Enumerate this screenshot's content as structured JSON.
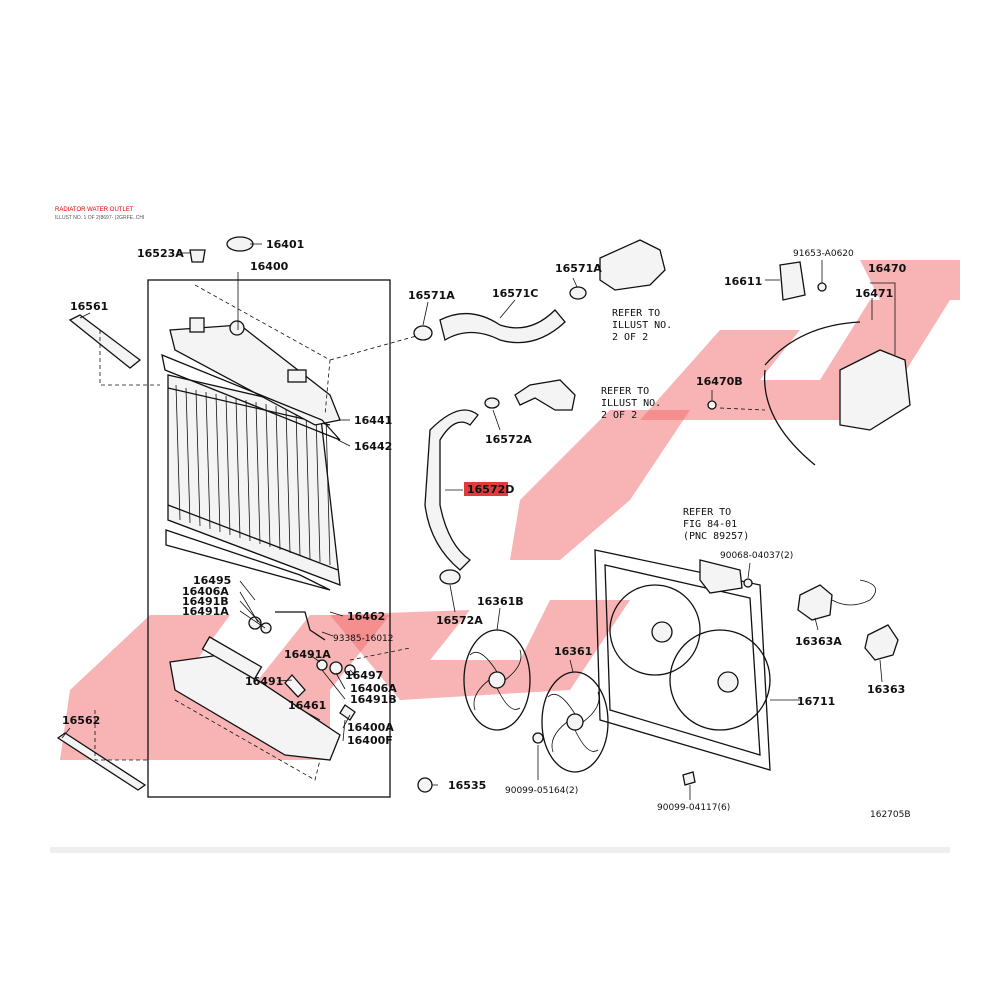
{
  "header": {
    "title": "RADIATOR WATER OUTLET",
    "subtitle": "ILLUST NO. 1 OF 2(8697- )2GRFE..CHI"
  },
  "figure_code": "162705B",
  "highlighted_part": "16572D",
  "watermark_color": "#f26a6a",
  "parts": {
    "p16523A": "16523A",
    "p16401": "16401",
    "p16400": "16400",
    "p16561": "16561",
    "p16441": "16441",
    "p16442": "16442",
    "p16495": "16495",
    "p16406A_top": "16406A",
    "p16491B_top": "16491B",
    "p16491A_top": "16491A",
    "p16462": "16462",
    "p93385": "93385-16012",
    "p16491A_mid": "16491A",
    "p16491": "16491",
    "p16497": "16497",
    "p16406A_low": "16406A",
    "p16491B_low": "16491B",
    "p16461": "16461",
    "p16400A": "16400A",
    "p16400F": "16400F",
    "p16562": "16562",
    "p16535": "16535",
    "p16571A_left": "16571A",
    "p16571C": "16571C",
    "p16571A_right": "16571A",
    "p16572A_top": "16572A",
    "p16572D": "16572D",
    "p16572A_low": "16572A",
    "p16361B": "16361B",
    "p16361": "16361",
    "p90099_05164": "90099-05164(2)",
    "p16611": "16611",
    "p91653": "91653-A0620",
    "p16470": "16470",
    "p16471": "16471",
    "p16470B": "16470B",
    "p90068": "90068-04037(2)",
    "p16363A": "16363A",
    "p16363": "16363",
    "p16711": "16711",
    "p90099_04117": "90099-04117(6)"
  },
  "notes": {
    "refer1": [
      "REFER TO",
      "ILLUST NO.",
      "2 OF 2"
    ],
    "refer2": [
      "REFER TO",
      "ILLUST NO.",
      "2 OF 2"
    ],
    "refer3": [
      "REFER TO",
      "FIG 84-01",
      "(PNC 89257)"
    ]
  }
}
